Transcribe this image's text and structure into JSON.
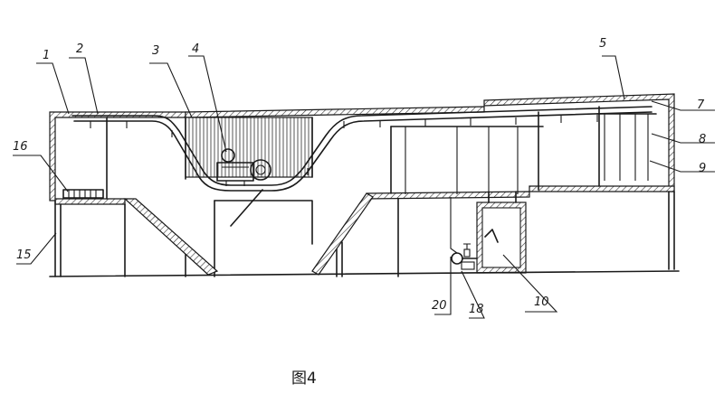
{
  "figure": {
    "caption": "图4",
    "parts": [
      {
        "id": "p1",
        "number": "1"
      },
      {
        "id": "p2",
        "number": "2"
      },
      {
        "id": "p3",
        "number": "3"
      },
      {
        "id": "p4",
        "number": "4"
      },
      {
        "id": "p5",
        "number": "5"
      },
      {
        "id": "p7",
        "number": "7"
      },
      {
        "id": "p8",
        "number": "8"
      },
      {
        "id": "p9",
        "number": "9"
      },
      {
        "id": "p10",
        "number": "10"
      },
      {
        "id": "p15",
        "number": "15"
      },
      {
        "id": "p16",
        "number": "16"
      },
      {
        "id": "p18",
        "number": "18"
      },
      {
        "id": "p20",
        "number": "20"
      }
    ]
  }
}
